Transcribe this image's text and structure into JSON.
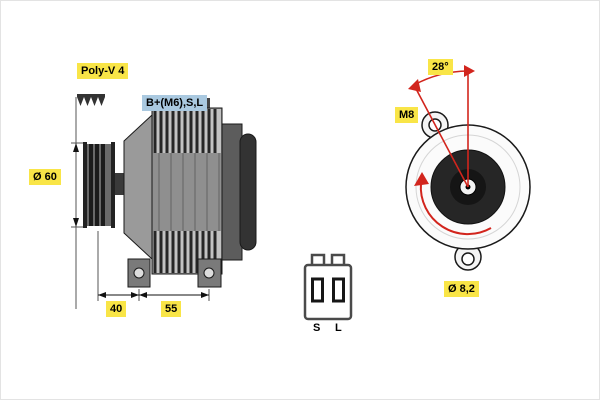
{
  "drawing": {
    "type": "technical-diagram",
    "subject": "alternator"
  },
  "side_view": {
    "belt_label": "Poly-V 4",
    "terminals_label": "B+(M6),S,L",
    "pulley_diameter": "Ø 60",
    "dimension_front": "40",
    "dimension_rear": "55"
  },
  "rear_view": {
    "mount_angle": "28°",
    "thread_size": "M8",
    "hole_diameter": "Ø 8,2"
  },
  "connector": {
    "terminal_s": "S",
    "terminal_l": "L"
  },
  "icons": {
    "belt_profile": "poly-v-belt-icon"
  },
  "colors": {
    "highlight_yellow": "#f9e547",
    "highlight_blue": "#aac9e0",
    "annotation_red": "#d2251d",
    "line_black": "#1a1a1a"
  }
}
